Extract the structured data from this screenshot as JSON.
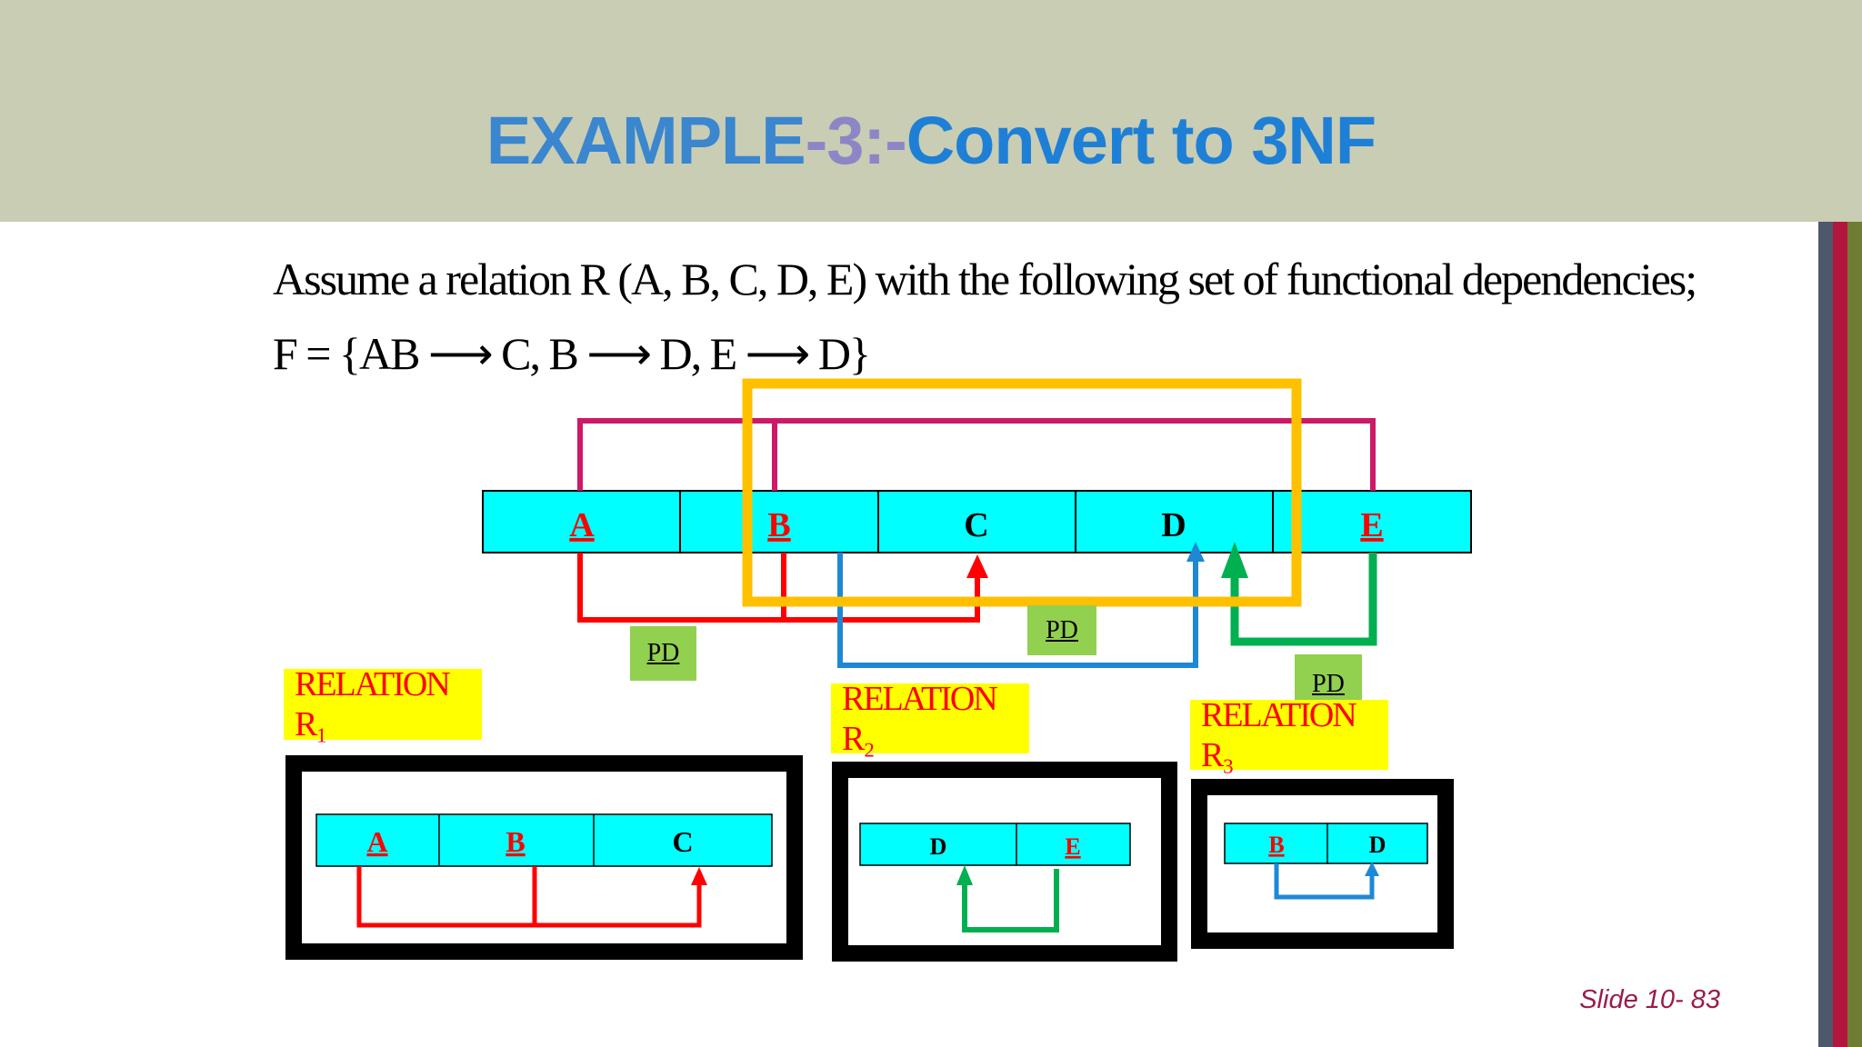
{
  "title": {
    "part1": "EXAMPLE",
    "part2": "-3:-",
    "part3": "Convert to 3NF"
  },
  "statement": {
    "line1": "Assume a relation R (A, B, C, D, E) with the following set of functional dependencies;",
    "line2": "F = {AB ⟶ C, B ⟶ D, E ⟶ D}"
  },
  "main_relation": {
    "attributes": [
      "A",
      "B",
      "C",
      "D",
      "E"
    ],
    "key_attributes": [
      "A",
      "B",
      "E"
    ]
  },
  "pd_labels": [
    "PD",
    "PD",
    "PD"
  ],
  "relations": [
    {
      "label": "RELATION R₁",
      "attributes": [
        "A",
        "B",
        "C"
      ]
    },
    {
      "label": "RELATION R₂",
      "attributes": [
        "D",
        "E"
      ]
    },
    {
      "label": "RELATION R₃",
      "attributes": [
        "B",
        "D"
      ]
    }
  ],
  "slide_number": "Slide 10- 83",
  "colors": {
    "header_bg": "#c8cdb4",
    "cell_fill": "#00ffff",
    "key_text": "#ff0000",
    "fd_ab_c": "#ff0000",
    "fd_b_d": "#1e88d6",
    "fd_e_d": "#00b050",
    "key_bracket": "#cc1a66",
    "highlight_box": "#ffc000",
    "relation_label_bg": "#ffff00",
    "pd_bg": "#92d050"
  }
}
